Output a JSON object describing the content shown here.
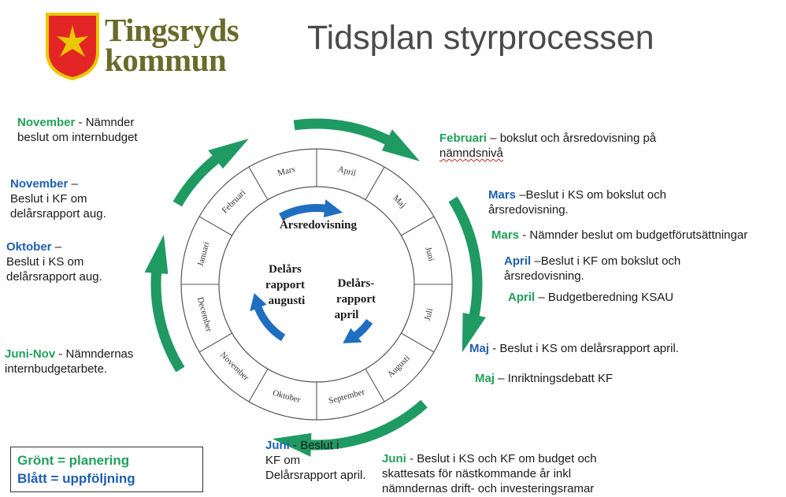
{
  "logo": {
    "line1": "Tingsryds",
    "line2": "kommun"
  },
  "title": "Tidsplan styrprocessen",
  "colors": {
    "green": "#22a05a",
    "blue": "#1f5fb0",
    "arrow_green": "#1f9a62",
    "arrow_blue": "#1e6fc0"
  },
  "wheel": {
    "months": [
      "Januari",
      "Februari",
      "Mars",
      "April",
      "Maj",
      "Juni",
      "Juli",
      "Augusti",
      "September",
      "Oktober",
      "November",
      "December"
    ],
    "center_labels": {
      "arsredovisning": "Årsredovisning",
      "delars_april_1": "Delårs-",
      "delars_april_2": "rapport",
      "delars_april_3": "april",
      "delars_aug_1": "Delårs",
      "delars_aug_2": "rapport",
      "delars_aug_3": "augusti"
    }
  },
  "notes": {
    "nov1": {
      "month": "November",
      "sep": " - ",
      "text1": "Nämnder",
      "text2": "beslut om internbudget"
    },
    "nov2": {
      "month": "November",
      "sep": " –",
      "text1": "Beslut i KF om",
      "text2": "delårsrapport aug."
    },
    "okt": {
      "month": "Oktober",
      "sep": " –",
      "text1": "Beslut i KS om",
      "text2": "delårsrapport aug."
    },
    "junnov": {
      "month": "Juni-Nov",
      "sep": " - ",
      "text1": "Nämndernas",
      "text2": "internbudgetarbete."
    },
    "feb": {
      "month": "Februari",
      "sep": " – ",
      "text1": "bokslut och årsredovisning på",
      "text2": "nämndsnivå"
    },
    "mars1": {
      "month": "Mars",
      "sep": " –",
      "text1": "Beslut i KS om bokslut och",
      "text2": "årsredovisning."
    },
    "mars2": {
      "month": "Mars",
      "sep": " - ",
      "text1": "Nämnder beslut om budgetförutsättningar"
    },
    "april1": {
      "month": "April",
      "sep": " –",
      "text1": "Beslut i KF om bokslut och",
      "text2": "årsredovisning."
    },
    "april2": {
      "month": "April",
      "sep": " – ",
      "text1": "Budgetberedning KSAU"
    },
    "maj1": {
      "month": "Maj",
      "sep": " - ",
      "text1": "Beslut i KS om delårsrapport april."
    },
    "maj2": {
      "month": "Maj",
      "sep": " – ",
      "text1": "Inriktningsdebatt KF"
    },
    "juni1": {
      "month": "Juni",
      "sep": " - ",
      "text1": "Beslut i",
      "text2": "KF om",
      "text3": "Delårsrapport april."
    },
    "juni2": {
      "month": "Juni",
      "sep": " - ",
      "text1": "Beslut i KS och KF om budget och",
      "text2": "skattesats för nästkommande år inkl",
      "text3": "nämndernas drift- och investeringsramar"
    }
  },
  "legend": {
    "green": "Grönt = planering",
    "blue": "Blått = uppföljning"
  }
}
